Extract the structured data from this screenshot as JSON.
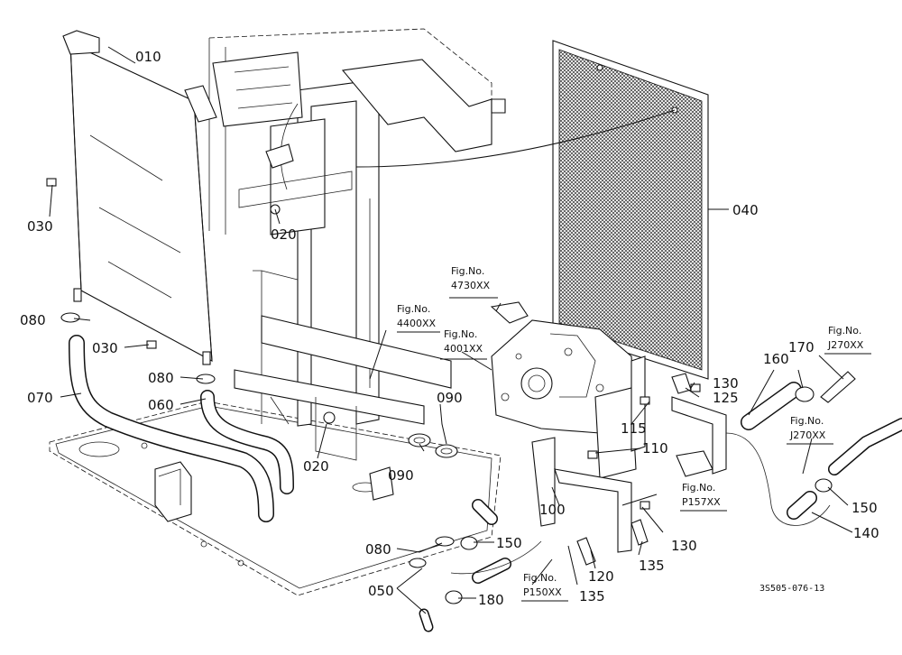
{
  "callouts": [
    "010",
    "030",
    "020",
    "040",
    "080",
    "030",
    "070",
    "060",
    "080",
    "020",
    "090",
    "090",
    "115",
    "110",
    "130",
    "125",
    "160",
    "170",
    "100",
    "130",
    "150",
    "140",
    "080",
    "150",
    "050",
    "180",
    "120",
    "135",
    "135"
  ],
  "figrefs": [
    {
      "line1": "Fig.No.",
      "line2": "4730XX"
    },
    {
      "line1": "Fig.No.",
      "line2": "4400XX"
    },
    {
      "line1": "Fig.No.",
      "line2": "4001XX"
    },
    {
      "line1": "Fig.No.",
      "line2": "J270XX"
    },
    {
      "line1": "Fig.No.",
      "line2": "J270XX"
    },
    {
      "line1": "Fig.No.",
      "line2": "P157XX"
    },
    {
      "line1": "Fig.No.",
      "line2": "P150XX"
    }
  ],
  "drawing_code": "3S505-076-13"
}
